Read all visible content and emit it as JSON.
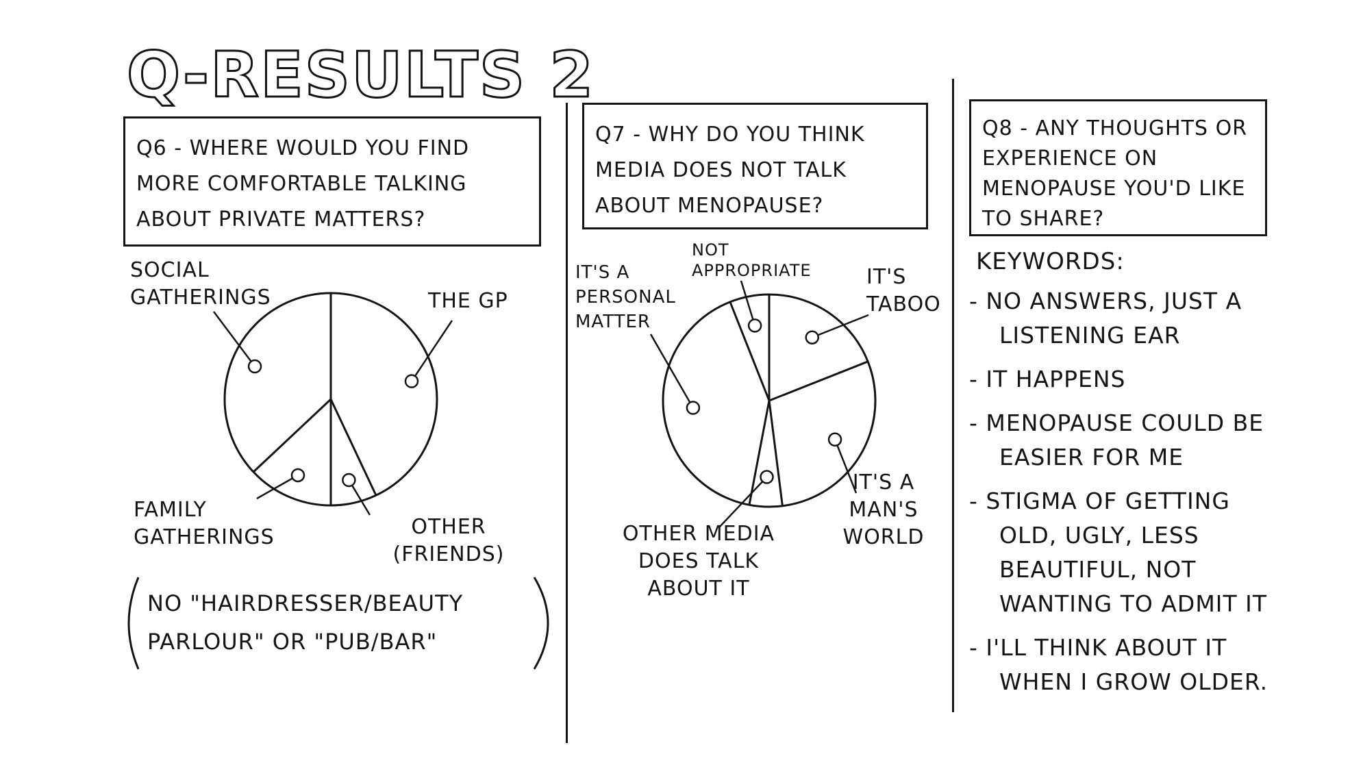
{
  "title": "Q-RESULTS 2",
  "chart_data": [
    {
      "type": "pie",
      "question": "Q6 - WHERE WOULD YOU FIND MORE COMFORTABLE TALKING ABOUT PRIVATE MATTERS?",
      "slices": [
        {
          "label": "THE GP",
          "value": 43
        },
        {
          "label": "OTHER (FRIENDS)",
          "value": 7
        },
        {
          "label": "FAMILY GATHERINGS",
          "value": 13
        },
        {
          "label": "SOCIAL GATHERINGS",
          "value": 37
        }
      ],
      "note": "NO \"HAIRDRESSER/BEAUTY PARLOUR\" OR \"PUB/BAR\""
    },
    {
      "type": "pie",
      "question": "Q7 - WHY DO YOU THINK MEDIA DOES NOT TALK ABOUT MENOPAUSE?",
      "slices": [
        {
          "label": "IT'S TABOO",
          "value": 19
        },
        {
          "label": "IT'S A MAN'S WORLD",
          "value": 29
        },
        {
          "label": "OTHER MEDIA DOES TALK ABOUT IT",
          "value": 5
        },
        {
          "label": "IT'S A PERSONAL MATTER",
          "value": 41
        },
        {
          "label": "NOT APPROPRIATE",
          "value": 6
        }
      ]
    }
  ],
  "q8": {
    "question": "Q8 - ANY THOUGHTS OR EXPERIENCE ON MENOPAUSE YOU'D LIKE TO SHARE?",
    "keywords_heading": "KEYWORDS:",
    "keywords": [
      "NO ANSWERS, JUST A LISTENING EAR",
      "IT HAPPENS",
      "MENOPAUSE COULD BE EASIER FOR ME",
      "STIGMA OF GETTING OLD, UGLY, LESS BEAUTIFUL, NOT WANTING TO ADMIT IT",
      "I'LL THINK ABOUT IT WHEN I GROW OLDER."
    ]
  }
}
